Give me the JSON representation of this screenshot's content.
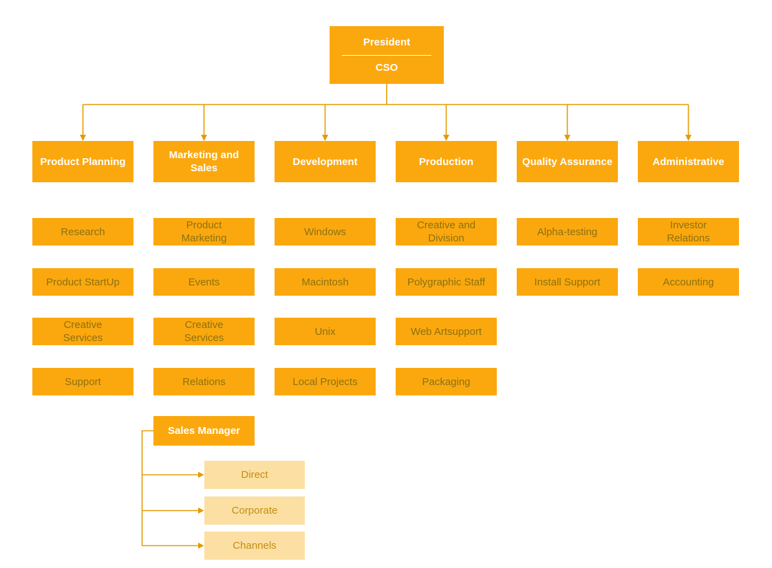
{
  "root": {
    "title": "President",
    "subtitle": "CSO"
  },
  "columns": [
    {
      "label": "Product Planning",
      "children": [
        "Research",
        "Product StartUp",
        "Creative\nServices",
        "Support"
      ]
    },
    {
      "label": "Marketing and\nSales",
      "children": [
        "Product\nMarketing",
        "Events",
        "Creative\nServices",
        "Relations"
      ]
    },
    {
      "label": "Development",
      "children": [
        "Windows",
        "Macintosh",
        "Unix",
        "Local Projects"
      ]
    },
    {
      "label": "Production",
      "children": [
        "Creative and\nDivision",
        "Polygraphic Staff",
        "Web Artsupport",
        "Packaging"
      ]
    },
    {
      "label": "Quality Assurance",
      "children": [
        "Alpha-testing",
        "Install Support"
      ]
    },
    {
      "label": "Administrative",
      "children": [
        "Investor\nRelations",
        "Accounting"
      ]
    }
  ],
  "sales": {
    "label": "Sales Manager",
    "children": [
      "Direct",
      "Corporate",
      "Channels"
    ]
  },
  "colors": {
    "node_fill": "#FBA80E",
    "subnode_fill": "#FCDFA2",
    "node_text_light": "#FFFFFF",
    "node_text_dark": "#8B7110",
    "subnode_text": "#C28F10",
    "connector": "#E49B00",
    "background": "#FFFFFF"
  }
}
